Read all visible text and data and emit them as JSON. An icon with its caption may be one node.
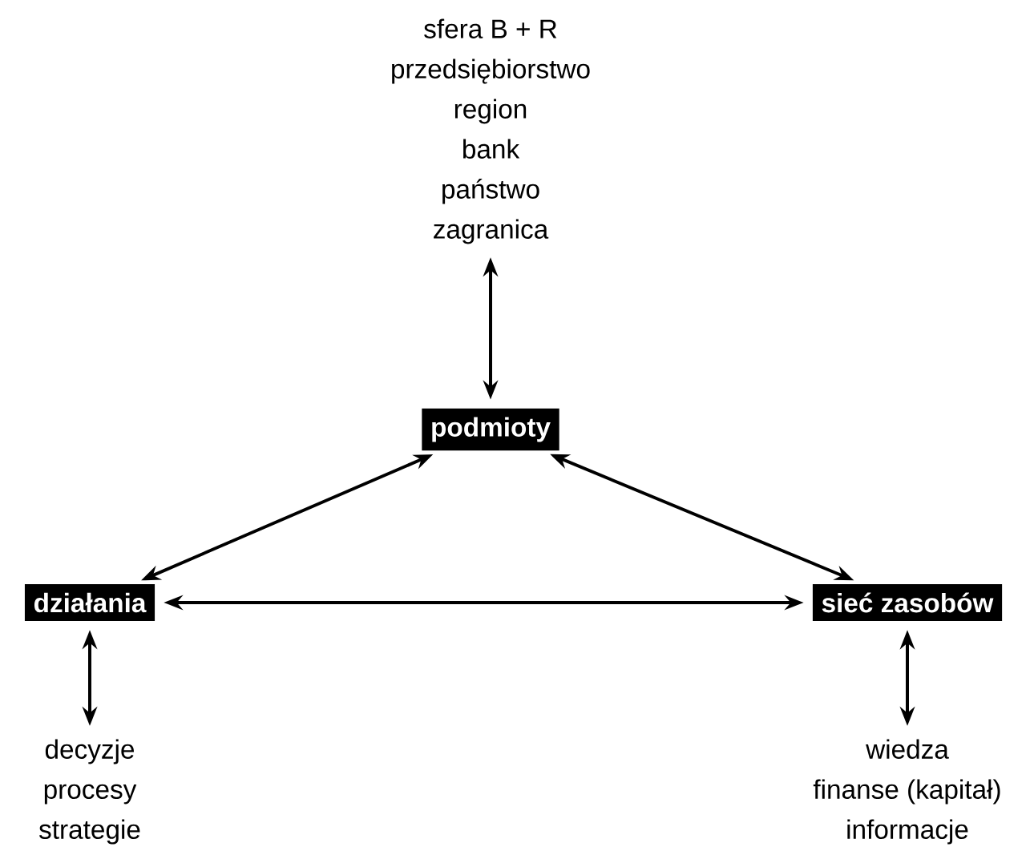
{
  "diagram": {
    "nodes": [
      {
        "text": [
          "sfera B + R",
          "przedsiębiorstwo",
          "region",
          "bank",
          "państwo",
          "zagranica"
        ]
      },
      {
        "text": [
          "podmioty"
        ]
      },
      {
        "text": [
          "działania"
        ]
      },
      {
        "text": [
          "sieć zasobów"
        ]
      },
      {
        "text": [
          "decyzje",
          "procesy",
          "strategie"
        ]
      },
      {
        "text": [
          "wiedza",
          "finanse (kapitał)",
          "informacje"
        ]
      }
    ],
    "edges": [
      {
        "from": 0,
        "to": 1,
        "arrow": "both"
      },
      {
        "from": 1,
        "to": 2,
        "arrow": "both"
      },
      {
        "from": 1,
        "to": 3,
        "arrow": "both"
      },
      {
        "from": 2,
        "to": 3,
        "arrow": "both"
      },
      {
        "from": 2,
        "to": 4,
        "arrow": "both"
      },
      {
        "from": 3,
        "to": 5,
        "arrow": "both"
      }
    ]
  }
}
